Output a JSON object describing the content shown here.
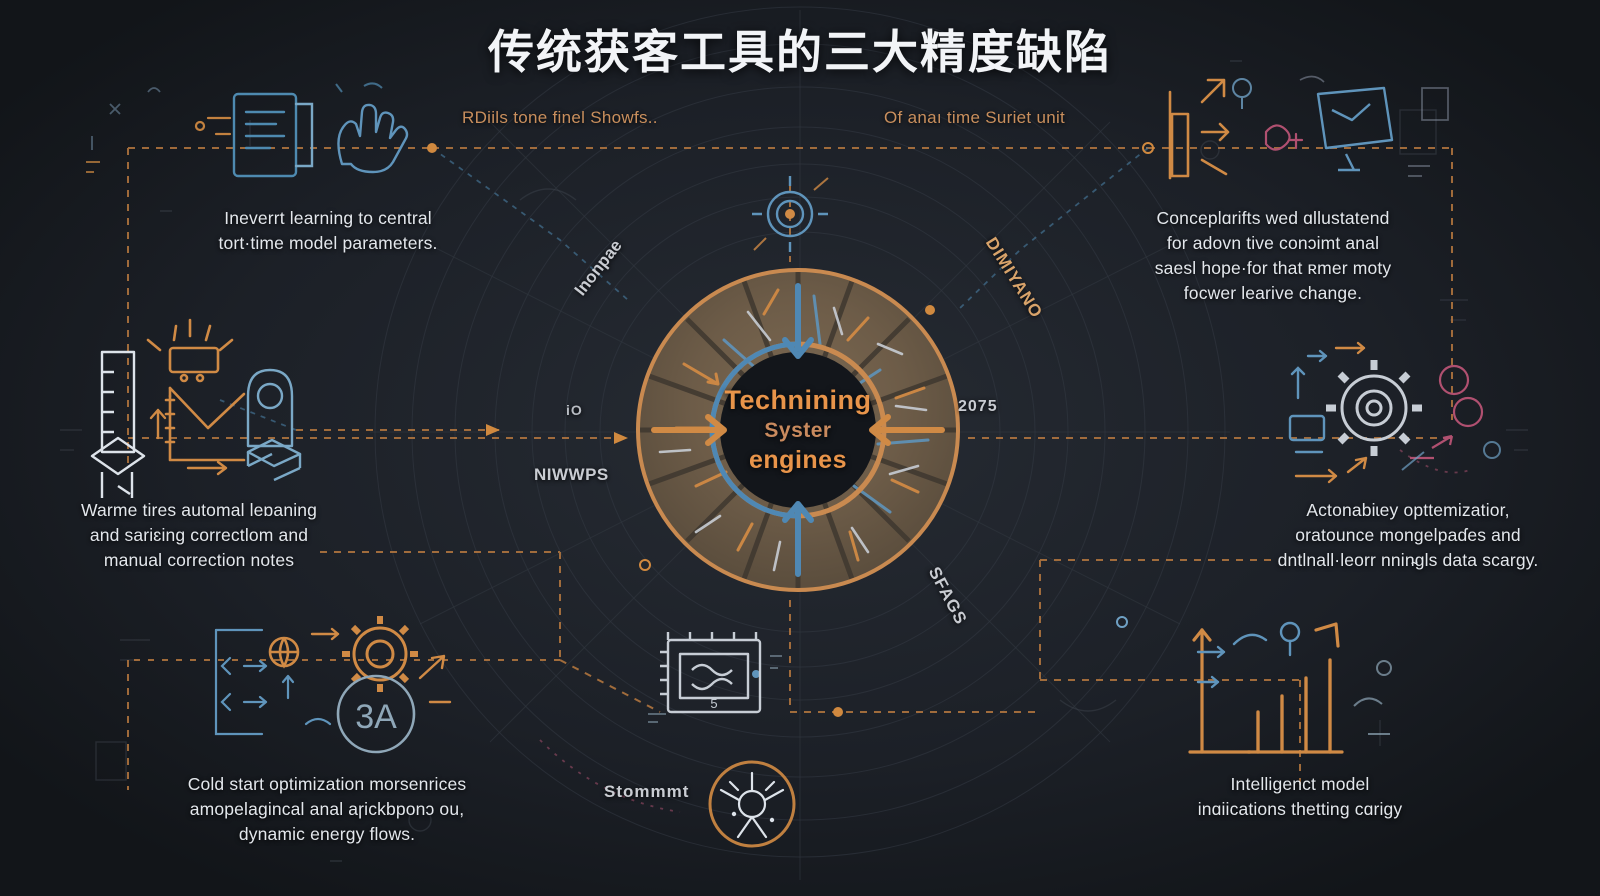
{
  "page": {
    "title": "传统获客工具的三大精度缺陷",
    "background_color": "#1b1e23",
    "accent_orange": "#e8944a",
    "accent_blue": "#4a90c4",
    "text_color": "#e3e7ec",
    "muted_color": "#c98f5d"
  },
  "hub": {
    "line1": "Technining",
    "line2": "Syster",
    "line3": "engines",
    "ring_color": "#c98a50",
    "inner_color": "#15181e"
  },
  "path_labels": [
    {
      "id": "top-left",
      "text": "RDiils tone finel Showfs.."
    },
    {
      "id": "top-right",
      "text": "Of anaı time Suriet unit"
    }
  ],
  "ring_labels": [
    {
      "id": "nw",
      "text": "Inonpae"
    },
    {
      "id": "ne",
      "text": "DIMIYANO"
    },
    {
      "id": "w",
      "text": "NIWWPS"
    },
    {
      "id": "se",
      "text": "SFAGS"
    },
    {
      "id": "s",
      "text": "Stommmt"
    },
    {
      "id": "e",
      "text": "2075"
    },
    {
      "id": "wsm",
      "text": "iO"
    }
  ],
  "callouts": [
    {
      "id": "top-left",
      "position": "top-left",
      "lines": [
        "Ineverrt learning to central",
        "tort·time model parameters."
      ]
    },
    {
      "id": "top-right",
      "position": "top-right",
      "lines": [
        "Conceplɑrifts wed ɑllustatend",
        "for adovn tive conɔimt anal",
        "saesl hope·for that ʀmer moty",
        "focwer learive change."
      ]
    },
    {
      "id": "mid-left",
      "position": "mid-left",
      "lines": [
        "Warme tires automal leɒaning",
        "and sariɛing correctlom and",
        "manual correction notes"
      ]
    },
    {
      "id": "mid-right",
      "position": "mid-right",
      "lines": [
        "Actonabiɩey opttemizatior,",
        "oratounce mongelpaɗes and",
        "dntlnall·leorr nnin̴gls data scargy."
      ]
    },
    {
      "id": "bottom-left",
      "position": "bottom-left",
      "lines": [
        "Cold start optimization morsenrices",
        "amopelagincal anal aɼickbponɔ ou,",
        "dynamic energy flows."
      ]
    },
    {
      "id": "bottom-right",
      "position": "bottom-right",
      "lines": [
        "Intelligenct model",
        "inɑiications thetting cɑrigy"
      ]
    }
  ],
  "icon_clusters": [
    {
      "id": "top-left",
      "name": "document-checklist-icon"
    },
    {
      "id": "top-left-2",
      "name": "hand-gesture-icon"
    },
    {
      "id": "top-right",
      "name": "upload-arrow-icon"
    },
    {
      "id": "top-right-2",
      "name": "display-monitor-icon"
    },
    {
      "id": "mid-left",
      "name": "ruler-gauge-icon"
    },
    {
      "id": "mid-left-2",
      "name": "chart-trend-icon"
    },
    {
      "id": "mid-left-3",
      "name": "layers-stack-icon"
    },
    {
      "id": "mid-right",
      "name": "gear-settings-icon"
    },
    {
      "id": "bottom-left",
      "name": "gear-cluster-icon"
    },
    {
      "id": "bottom-left-2",
      "name": "globe-network-icon"
    },
    {
      "id": "bottom-center",
      "name": "server-rack-icon"
    },
    {
      "id": "bottom-right",
      "name": "bar-chart-growth-icon"
    },
    {
      "id": "top-center",
      "name": "target-radar-icon"
    },
    {
      "id": "bottom-sun",
      "name": "compass-sun-icon"
    }
  ]
}
